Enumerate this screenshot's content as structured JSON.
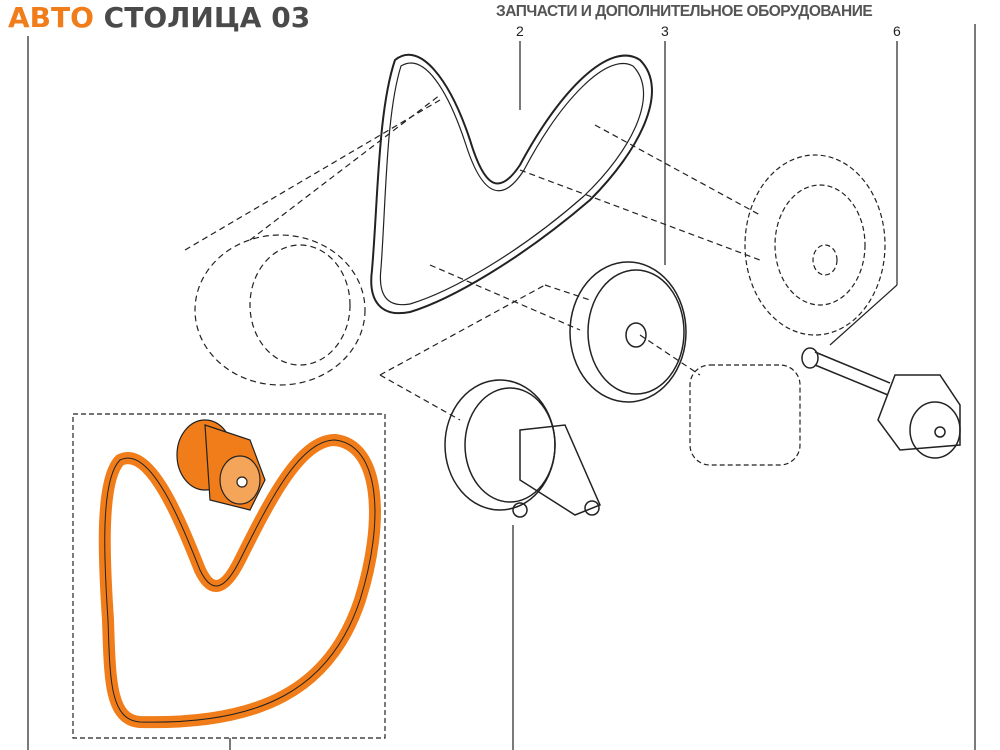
{
  "header": {
    "logo_part1": "АВТО",
    "logo_part2": "СТОЛИЦА 03",
    "tagline": "ЗАПЧАСТИ И ДОПОЛНИТЕЛЬНОЕ ОБОРУДОВАНИЕ"
  },
  "callouts": [
    "2",
    "3",
    "6"
  ],
  "colors": {
    "accent": "#f07d1a",
    "line": "#222222",
    "logo_dark": "#4a4a4a"
  }
}
